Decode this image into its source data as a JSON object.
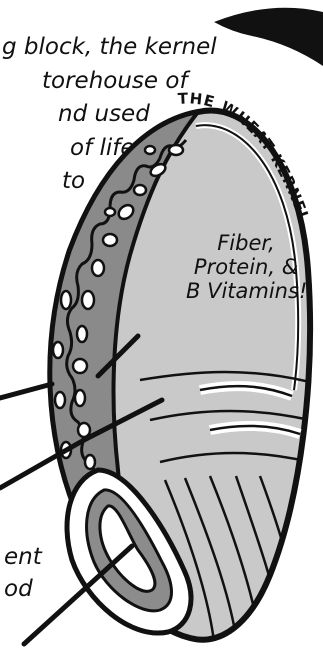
{
  "caption_lines": [
    "g block, the kernel",
    "torehouse of",
    "nd used",
    "of life.\"",
    "to"
  ],
  "caption_fragments": [
    "ent",
    "od"
  ],
  "arc_label": "THE WHEAT KERNEL",
  "endosperm_label": [
    "Fiber,",
    "Protein, &",
    "B Vitamins!"
  ],
  "colors": {
    "ink": "#111111",
    "bran": "#8a8a8a",
    "endosperm": "#c9c9c9",
    "germ": "#8c8c8c"
  }
}
